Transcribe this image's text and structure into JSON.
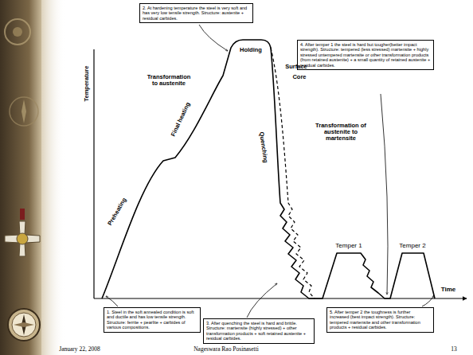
{
  "diagram": {
    "nodes": [
      {
        "text": [
          "2. At hardening temperature the steel is very soft and has very low tensile strength. Structure: austenite + residual carbides."
        ]
      },
      {
        "text": [
          "4. After temper 1 the steel is hard but tougher(better impact strength). Structure: tempered (less stressed) martensite + highly stressed untempered martensite or other transformation products (from retained austenite) + a small quantity of retained austenite + residual carbides."
        ]
      },
      {
        "text": [
          "1. Steel in the soft annealed condition is soft and ductile and has low tensile strength. Structure: ferrite + pearlite + carbides of various compositions."
        ]
      },
      {
        "text": [
          "5. After temper 2 the toughness is further increased (best impact strength). Structure: tempered martensite and other transformation products + residual carbides."
        ]
      },
      {
        "text": [
          "3. After quenching the steel is hard and brittle. Structure: martensite (highly stressed) + other transformation products + soft retained austenite + residual carbides."
        ]
      }
    ],
    "labels": [
      "Temperature",
      "Time",
      "Preheating",
      "Final heating",
      "Transformation to austenite",
      "Holding",
      "Surface",
      "Core",
      "Quenching",
      "Transformation of austenite to martensite",
      "Temper 1",
      "Temper 2",
      "January 22, 2008",
      "Nageswara Rao Posinasetti",
      "13"
    ]
  }
}
